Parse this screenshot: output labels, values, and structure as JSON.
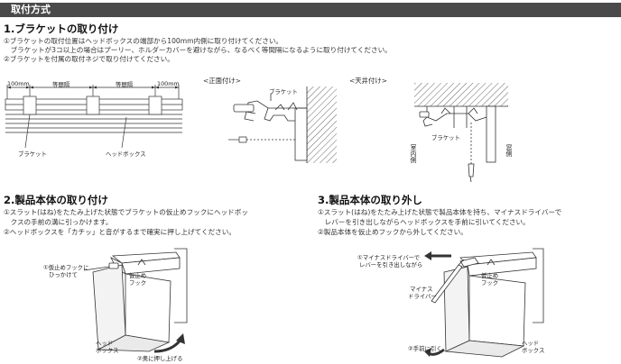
{
  "header": {
    "title": "取付方式"
  },
  "section1": {
    "title": "1.ブラケットの取り付け",
    "lines": [
      "①ブラケットの取付位置はヘッドボックスの端部から100mm内側に取り付けてください。",
      "　ブラケットが3コ以上の場合はプーリー、ホルダーカバーを避けながら、なるべく等間隔になるように取り付けてください。",
      "②ブラケットを付属の取付ネジで取り付けてください。"
    ],
    "diagram1": {
      "dim_left": "100mm",
      "dim_mid1": "等間隔",
      "dim_mid2": "等間隔",
      "dim_right": "100mm",
      "bracket_label": "ブラケット",
      "headbox_label": "ヘッドボックス"
    },
    "front_mount": {
      "title": "<正面付け>",
      "bracket_label": "ブラケット"
    },
    "ceiling_mount": {
      "title": "<天井付け>",
      "bracket_label": "ブラケット",
      "indoor_label": "室内側",
      "window_label": "窓側"
    }
  },
  "section2": {
    "title": "2.製品本体の取り付け",
    "lines": [
      "①スラット(はね)をたたみ上げた状態でブラケットの仮止めフックにヘッドボッ",
      "　クスの手前の溝に引っかけます。",
      "②ヘッドボックスを「カチッ」と音がするまで確実に押し上げてください。"
    ],
    "diagram": {
      "callout1a": "①仮止めフックに",
      "callout1b": "ひっかけて",
      "hook_a": "仮止め",
      "hook_b": "フック",
      "headbox_a": "ヘッド",
      "headbox_b": "ボックス",
      "push_up": "②奥に押し上げる"
    }
  },
  "section3": {
    "title": "3.製品本体の取り外し",
    "lines": [
      "①スラット(はね)をたたみ上げた状態で製品本体を持ち、マイナスドライバーで",
      "　レバーを引き出しながらヘッドボックスを手前に引いてください。",
      "②製品本体を仮止めフックから外してください。"
    ],
    "diagram": {
      "callout1a": "①マイナスドライバーで",
      "callout1b": "レバーを引き出しながら",
      "hook_a": "仮止め",
      "hook_b": "フック",
      "driver_a": "マイナス",
      "driver_b": "ドライバー",
      "pull": "②手前に引く",
      "headbox_a": "ヘッド",
      "headbox_b": "ボックス"
    }
  }
}
